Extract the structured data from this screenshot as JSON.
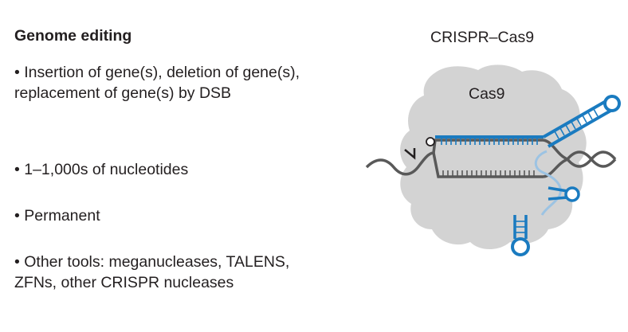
{
  "left_panel": {
    "heading": "Genome editing",
    "bullets": [
      "• Insertion of gene(s), deletion of gene(s), replacement of gene(s) by DSB",
      "• 1–1,000s of nucleotides",
      "• Permanent",
      "• Other tools: meganucleases, TALENS, ZFNs, other CRISPR nucleases"
    ]
  },
  "diagram": {
    "title": "CRISPR–Cas9",
    "protein_label": "Cas9",
    "colors": {
      "protein": "#d3d3d3",
      "guide_rna": "#1a7bc0",
      "guide_rna_faded": "#9cc3e3",
      "dna": "#595959",
      "text": "#231f20"
    }
  }
}
